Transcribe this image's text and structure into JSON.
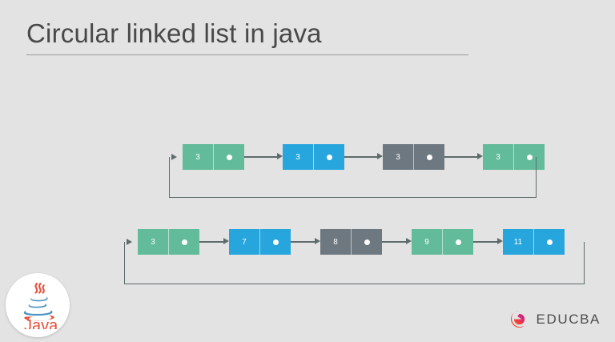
{
  "slide": {
    "background_color": "#e3e3e3",
    "title": "Circular linked list in java"
  },
  "palette": {
    "green": "#62bb9b",
    "blue": "#27a6de",
    "gray": "#6e7880",
    "arrow": "#5f6b6b",
    "title_text": "#494949",
    "educba_word": "#4d4d4d"
  },
  "diagram": {
    "type": "circular-linked-list",
    "rows": [
      {
        "name": "circular-list-row-1",
        "nodes": [
          {
            "value": "3",
            "color": "green"
          },
          {
            "value": "3",
            "color": "blue"
          },
          {
            "value": "3",
            "color": "gray"
          },
          {
            "value": "3",
            "color": "green"
          }
        ]
      },
      {
        "name": "circular-list-row-2",
        "nodes": [
          {
            "value": "3",
            "color": "green"
          },
          {
            "value": "7",
            "color": "blue"
          },
          {
            "value": "8",
            "color": "gray"
          },
          {
            "value": "9",
            "color": "green"
          },
          {
            "value": "11",
            "color": "blue"
          }
        ]
      }
    ]
  },
  "branding": {
    "java_logo_label": "Java",
    "educba_label": "EDUCBA"
  }
}
